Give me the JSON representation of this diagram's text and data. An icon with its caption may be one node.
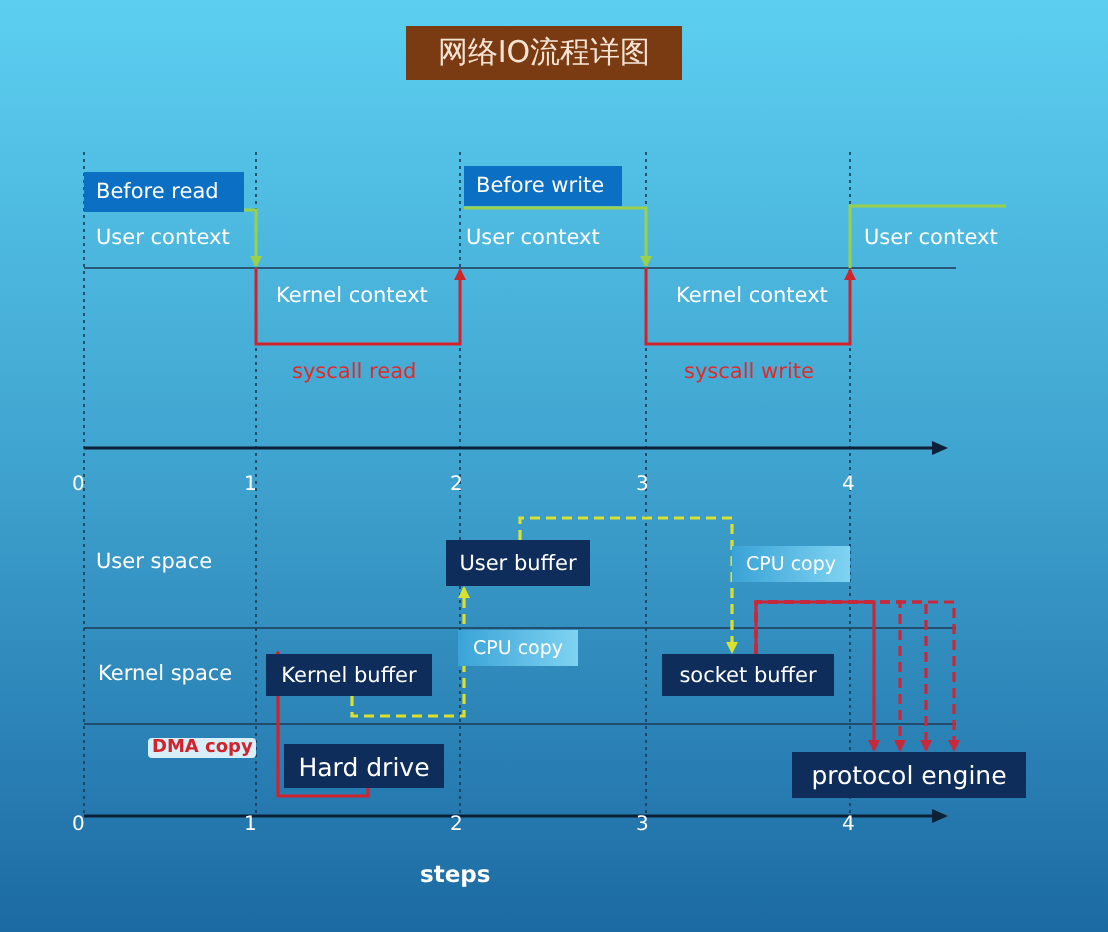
{
  "diagram": {
    "title": "网络IO流程详图",
    "nodes": [
      {
        "text": [
          "Before read"
        ]
      },
      {
        "text": [
          "Before write"
        ]
      },
      {
        "text": [
          "User buffer"
        ]
      },
      {
        "text": [
          "CPU copy"
        ]
      },
      {
        "text": [
          "Kernel buffer"
        ]
      },
      {
        "text": [
          "CPU copy"
        ]
      },
      {
        "text": [
          "socket buffer"
        ]
      },
      {
        "text": [
          "Hard drive"
        ]
      },
      {
        "text": [
          "protocol engine"
        ]
      }
    ],
    "edges": [
      {
        "from": 7,
        "to": 4,
        "arrow": "to",
        "label": "DMA copy",
        "color": "#d0242c"
      },
      {
        "from": 4,
        "to": 2,
        "arrow": "to",
        "style": "dashed",
        "color": "#d8e030"
      },
      {
        "from": 2,
        "to": 6,
        "arrow": "to",
        "style": "dashed",
        "color": "#d8e030"
      },
      {
        "from": 6,
        "to": 8,
        "arrow": "to",
        "color": "#c8283a"
      },
      {
        "from": 6,
        "to": 8,
        "arrow": "to",
        "style": "dashed",
        "color": "#c8283a"
      },
      {
        "from": 6,
        "to": 8,
        "arrow": "to",
        "style": "dashed",
        "color": "#c8283a"
      },
      {
        "from": 6,
        "to": 8,
        "arrow": "to",
        "style": "dashed",
        "color": "#c8283a"
      }
    ],
    "labels": [
      "User context",
      "User context",
      "User context",
      "Kernel context",
      "Kernel context",
      "syscall read",
      "syscall write",
      "0",
      "1",
      "2",
      "3",
      "4",
      "User space",
      "Kernel space",
      "0",
      "1",
      "2",
      "3",
      "4",
      "steps"
    ]
  }
}
